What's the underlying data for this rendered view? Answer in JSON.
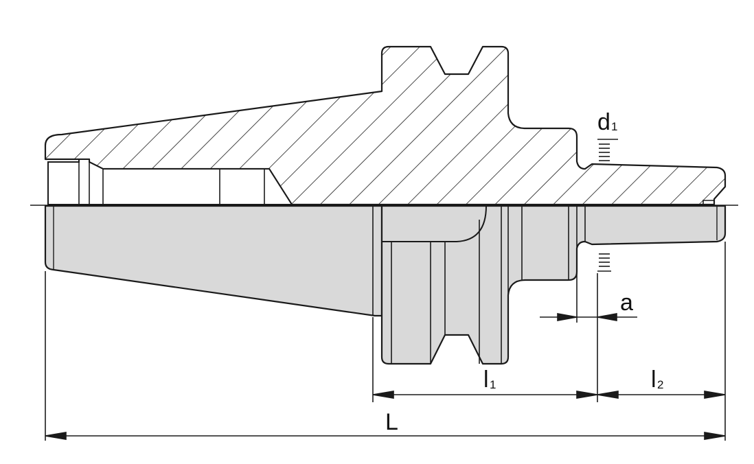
{
  "labels": {
    "d": "d",
    "d_sub": "1",
    "a": "a",
    "l1": "l",
    "l1_sub": "1",
    "l2": "l",
    "l2_sub": "2",
    "L": "L"
  },
  "colors": {
    "line": "#1a1a1a",
    "fill": "#d9d9d9",
    "background": "#ffffff"
  }
}
